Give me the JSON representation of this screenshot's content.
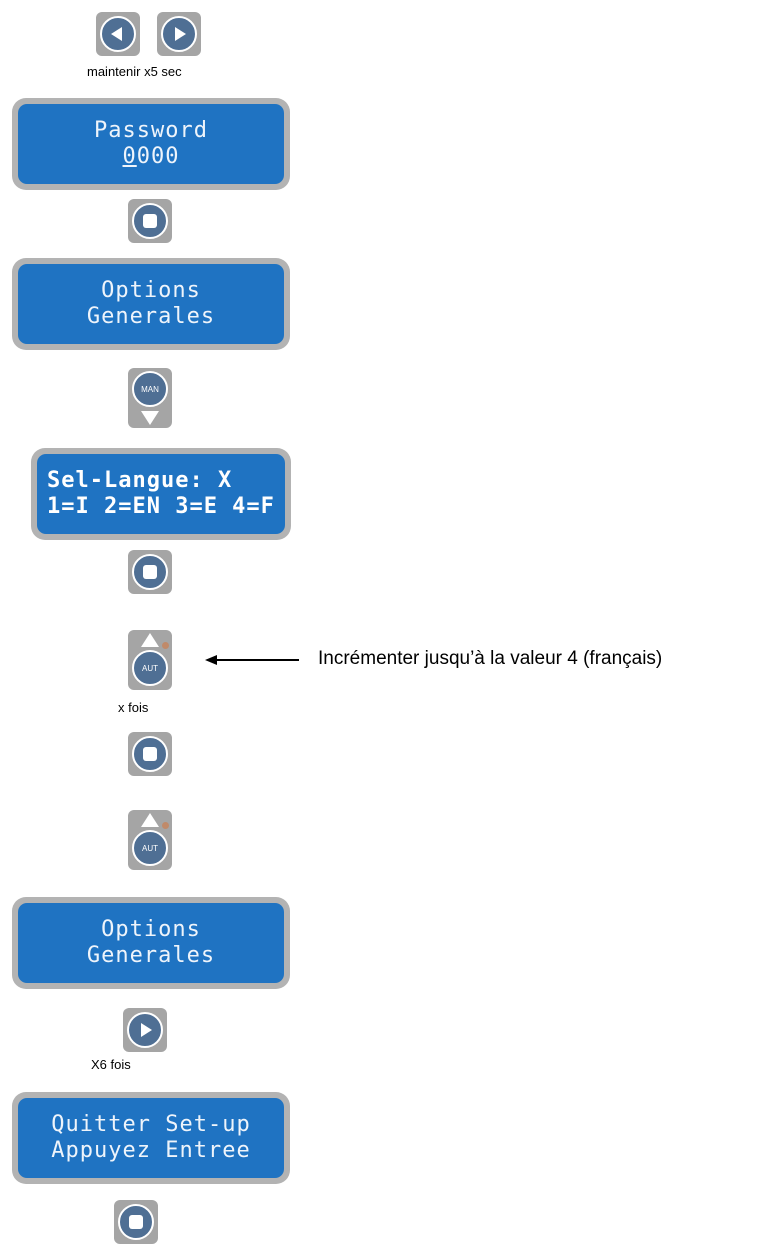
{
  "captions": {
    "hold": "maintenir x5 sec",
    "times": "x fois",
    "six_times": "X6 fois"
  },
  "annotation": "Incrémenter jusqu’à la valeur 4 (français)",
  "screens": {
    "password": {
      "line1": "Password",
      "line2": "0000"
    },
    "options_1": {
      "line1": "Options",
      "line2": "Generales"
    },
    "language": {
      "line1": "Sel-Langue: X",
      "line2": "1=I 2=EN 3=E 4=F"
    },
    "options_2": {
      "line1": "Options",
      "line2": "Generales"
    },
    "quit": {
      "line1": "Quitter Set-up",
      "line2": "Appuyez Entree"
    }
  },
  "buttons": {
    "man_label": "MAN",
    "aut_label": "AUT"
  },
  "colors": {
    "lcd_screen": "#1f73c2",
    "lcd_bezel": "#b3b3b3",
    "button_disc": "#4f6f94",
    "button_frame": "#a5a5a5"
  }
}
